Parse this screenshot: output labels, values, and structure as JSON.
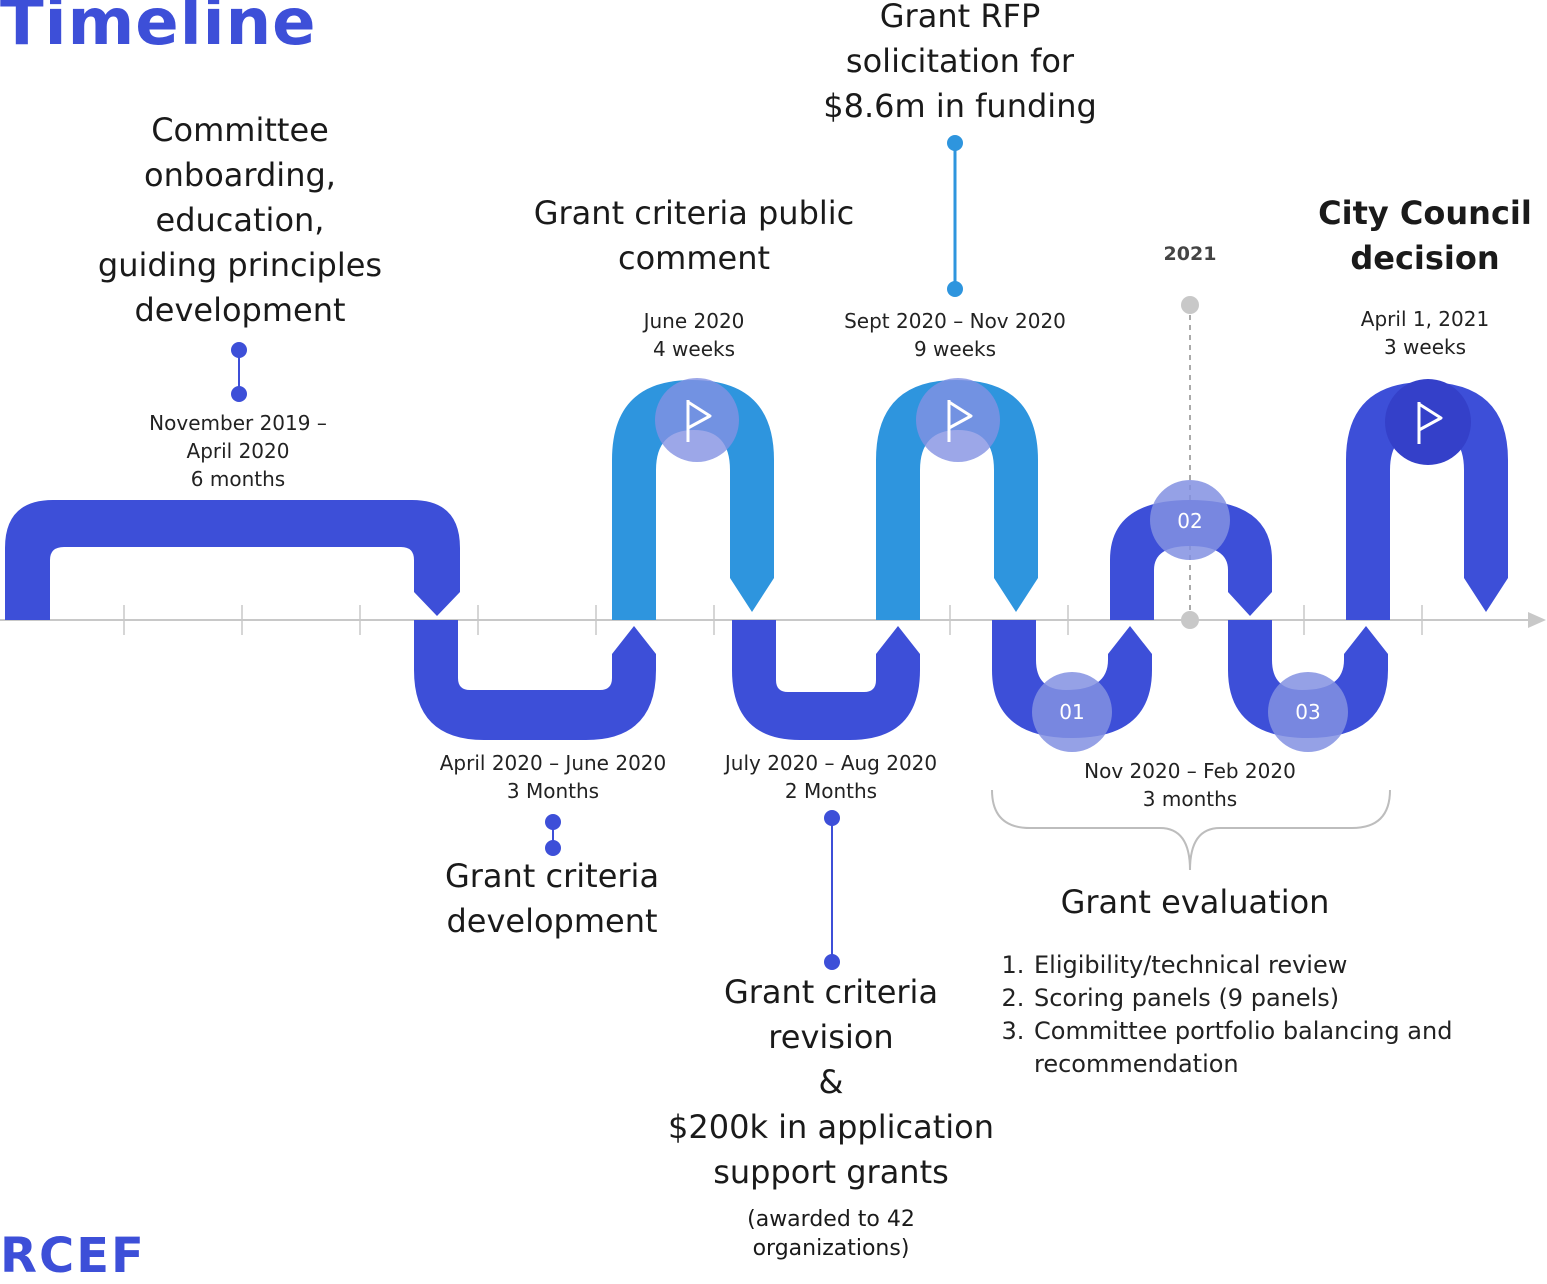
{
  "title": "Timeline",
  "logo_text": "RCEF",
  "colors": {
    "primary": "#3d4fd8",
    "secondary": "#2e95de",
    "circle": "#8391e2",
    "axis": "#c8c8c8"
  },
  "year_marker": "2021",
  "phases": [
    {
      "title_lines": [
        "Committee",
        "onboarding,",
        "education,",
        "guiding principles",
        "development"
      ],
      "date": "November 2019 –",
      "date2": "April 2020",
      "duration": "6 months"
    },
    {
      "title_lines": [
        "Grant criteria",
        "development"
      ],
      "date": "April 2020 – June 2020",
      "duration": "3 Months"
    },
    {
      "title_lines": [
        "Grant criteria public",
        "comment"
      ],
      "date": "June 2020",
      "duration": "4 weeks"
    },
    {
      "title_lines": [
        "Grant criteria",
        "revision",
        "&",
        "$200k in application",
        "support grants"
      ],
      "note_lines": [
        "(awarded to 42",
        "organizations)"
      ],
      "date": "July 2020 – Aug 2020",
      "duration": "2 Months"
    },
    {
      "title_lines": [
        "Grant RFP",
        "solicitation for",
        "$8.6m in funding"
      ],
      "date": "Sept 2020 – Nov 2020",
      "duration": "9 weeks"
    },
    {
      "title": "Grant evaluation",
      "date": "Nov 2020 – Feb 2020",
      "duration": "3 months",
      "steps": [
        "01",
        "02",
        "03"
      ],
      "list": [
        "Eligibility/technical review",
        "Scoring panels (9 panels)",
        "Committee portfolio balancing and recommendation"
      ]
    },
    {
      "title_lines": [
        "City Council",
        "decision"
      ],
      "date": "April 1, 2021",
      "duration": "3 weeks"
    }
  ]
}
